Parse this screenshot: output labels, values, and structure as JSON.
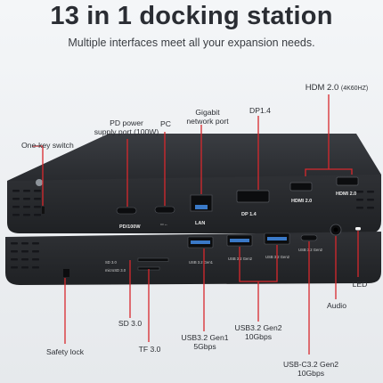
{
  "title": "13 in 1 docking station",
  "subtitle": "Multiple interfaces meet all your expansion needs.",
  "colors": {
    "accent": "#d8282d",
    "device": "#2b2d31",
    "text": "#2b2e33"
  },
  "labels": {
    "hdmi_top": "HDM 2.0",
    "hdmi_top_res": "(4K60HZ)",
    "pd_power": "PD power",
    "pd_power_2": "supply port (100W)",
    "pc": "PC",
    "gigabit": "Gigabit",
    "gigabit_2": "network port",
    "dp": "DP1.4",
    "one_key": "One-key switch",
    "sd": "SD 3.0",
    "tf": "TF 3.0",
    "usb_gen1": "USB3.2 Gen1",
    "usb_gen1_speed": "5Gbps",
    "usb_gen2": "USB3.2 Gen2",
    "usb_gen2_speed": "10Gbps",
    "usbc": "USB-C3.2 Gen2",
    "usbc_speed": "10Gbps",
    "audio": "Audio",
    "led": "LED",
    "safety": "Safety lock"
  },
  "port_prints": {
    "pd": "PD/100W",
    "lan": "LAN",
    "dp": "DP 1.4",
    "hdmi_a": "HDMI 2.0",
    "hdmi_b": "HDMI 2.0",
    "sd": "SD 3.0",
    "microsd": "microSD 3.0",
    "usb_a": "USB 3.2 Gen1",
    "usb_b": "USB 3.2 Gen2",
    "usb_c": "USB 3.2 Gen2",
    "usb_c2": "USB 3.2 Gen2"
  }
}
